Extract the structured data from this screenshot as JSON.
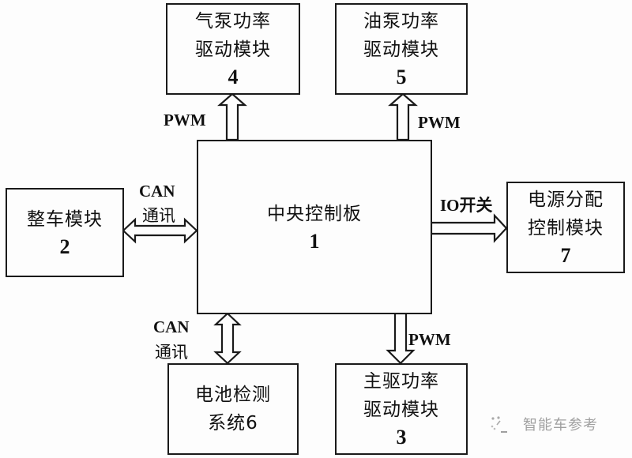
{
  "diagram": {
    "blocks": {
      "central": {
        "line1": "中央控制板",
        "number": "1"
      },
      "vehicle": {
        "line1": "整车模块",
        "number": "2"
      },
      "main_drive": {
        "line1": "主驱功率",
        "line2": "驱动模块",
        "number": "3"
      },
      "air_pump": {
        "line1": "气泵功率",
        "line2": "驱动模块",
        "number": "4"
      },
      "oil_pump": {
        "line1": "油泵功率",
        "line2": "驱动模块",
        "number": "5"
      },
      "battery": {
        "line1": "电池检测",
        "line2": "系统6"
      },
      "power_dist": {
        "line1": "电源分配",
        "line2": "控制模块",
        "number": "7"
      }
    },
    "connections": [
      {
        "from": "central",
        "to": "air_pump",
        "direction": "one-way",
        "label": "PWM"
      },
      {
        "from": "central",
        "to": "oil_pump",
        "direction": "one-way",
        "label": "PWM"
      },
      {
        "from": "central",
        "to": "vehicle",
        "direction": "two-way",
        "label_top": "CAN",
        "label_bottom": "通讯"
      },
      {
        "from": "central",
        "to": "power_dist",
        "direction": "one-way",
        "label": "IO开关"
      },
      {
        "from": "central",
        "to": "battery",
        "direction": "two-way",
        "label_top": "CAN",
        "label_bottom": "通讯"
      },
      {
        "from": "central",
        "to": "main_drive",
        "direction": "one-way",
        "label": "PWM"
      }
    ]
  },
  "watermark": {
    "text": "智能车参考",
    "icon": "wechat-logo-icon"
  }
}
